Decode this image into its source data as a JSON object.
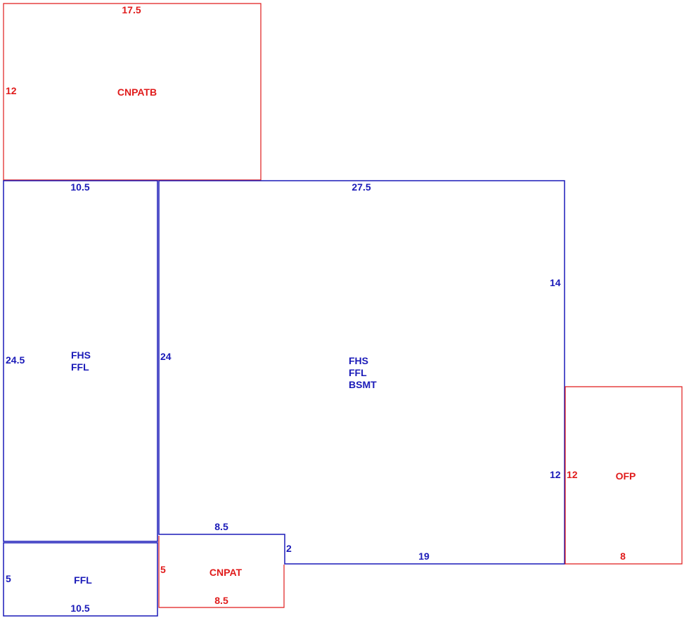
{
  "colors": {
    "living": "#1a1ab8",
    "porch": "#e01b1b",
    "background": "#ffffff"
  },
  "areas": {
    "cnpatb": {
      "code": "CNPATB",
      "dims": {
        "top": "17.5",
        "left": "12"
      }
    },
    "left_wing": {
      "code_lines": [
        "FHS",
        "FFL"
      ],
      "dims": {
        "top": "10.5",
        "left": "24.5",
        "right": "24"
      }
    },
    "main": {
      "code_lines": [
        "FHS",
        "FFL",
        "BSMT"
      ],
      "dims": {
        "top": "27.5",
        "right_upper": "14",
        "right_lower": "12",
        "bottom_right": "19",
        "step_top": "8.5",
        "step_side": "2"
      }
    },
    "ffl_small": {
      "code": "FFL",
      "dims": {
        "left": "5",
        "bottom": "10.5"
      }
    },
    "cnpat": {
      "code": "CNPAT",
      "dims": {
        "left": "5",
        "bottom": "8.5"
      }
    },
    "ofp": {
      "code": "OFP",
      "dims": {
        "left": "12",
        "bottom": "8"
      }
    }
  }
}
